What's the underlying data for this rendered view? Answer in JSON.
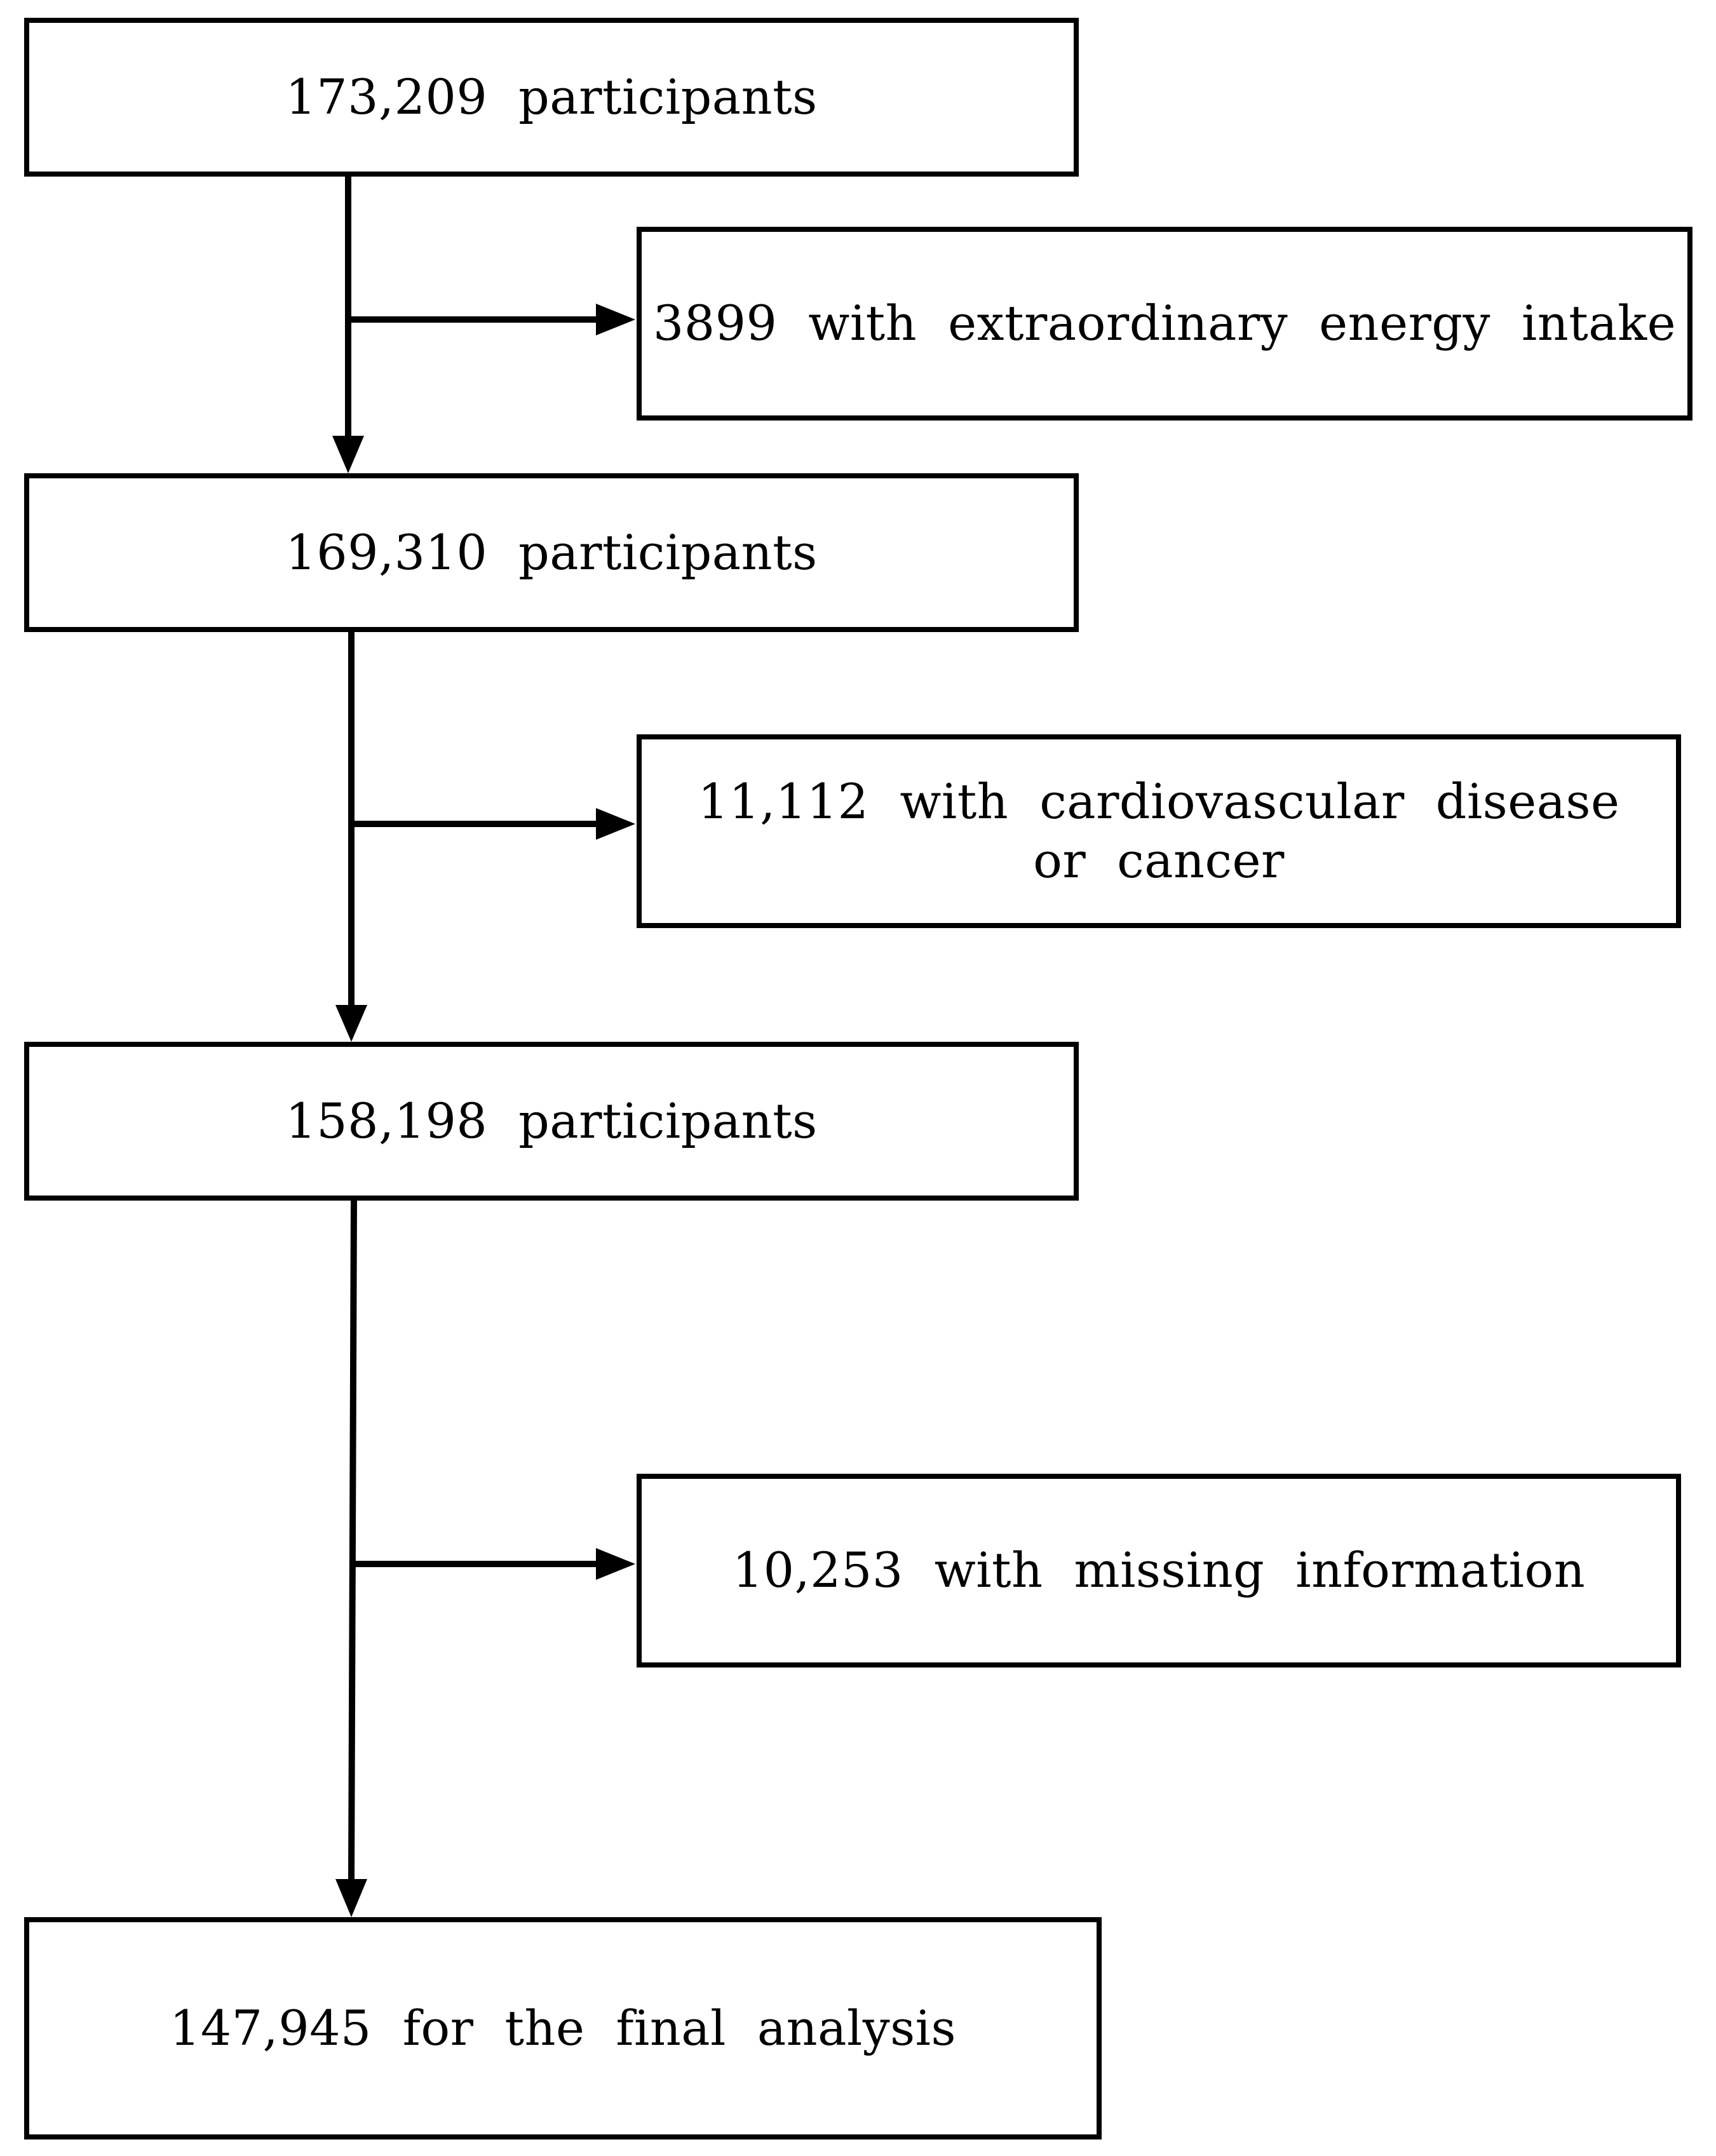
{
  "flowchart": {
    "start": {
      "text": "173,209  participants"
    },
    "exclusion_1": {
      "text": "3899  with  extraordinary  energy  intake"
    },
    "step_2": {
      "text": "169,310  participants"
    },
    "exclusion_2": {
      "line1": "11,112  with  cardiovascular  disease",
      "line2": "or  cancer"
    },
    "step_3": {
      "text": "158,198  participants"
    },
    "exclusion_3": {
      "text": "10,253  with  missing  information"
    },
    "final": {
      "text": "147,945  for  the  final  analysis"
    }
  },
  "colors": {
    "stroke": "#000000",
    "background": "#ffffff"
  }
}
